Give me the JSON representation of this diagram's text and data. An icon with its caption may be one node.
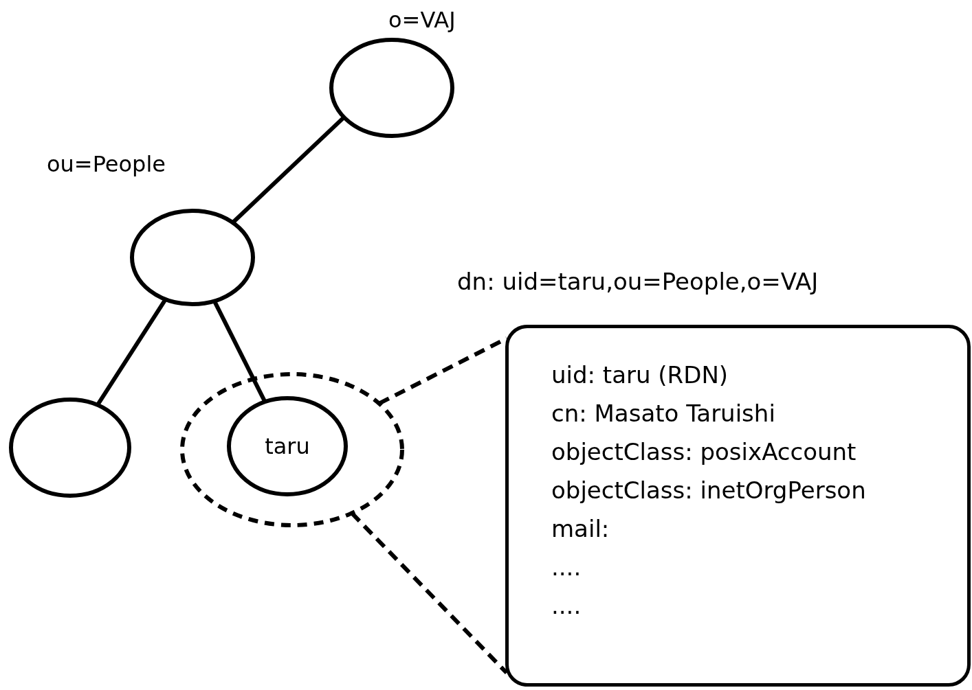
{
  "diagram": {
    "nodes": [
      {
        "text": [
          "o=VAJ"
        ]
      },
      {
        "text": [
          "ou=People"
        ]
      },
      {
        "text": [],
        "shape": "circle"
      },
      {
        "text": [],
        "shape": "circle"
      },
      {
        "text": [
          "taru"
        ],
        "in": 3
      },
      {
        "text": [
          "dn: uid=taru,ou=People,o=VAJ",
          "uid: taru (RDN)",
          "cn: Masato Taruishi",
          "objectClass: posixAccount",
          "objectClass: inetOrgPerson",
          "mail:",
          "....",
          "...."
        ]
      }
    ],
    "edges": [
      {
        "from": 0,
        "to": 1,
        "arrow": "none"
      },
      {
        "from": 1,
        "to": 2,
        "arrow": "none"
      },
      {
        "from": 1,
        "to": 4,
        "arrow": "none"
      },
      {
        "from": 3,
        "to": 5,
        "arrow": "none",
        "style": "dashed"
      },
      {
        "from": 3,
        "to": 5,
        "arrow": "none",
        "style": "dashed"
      }
    ]
  }
}
